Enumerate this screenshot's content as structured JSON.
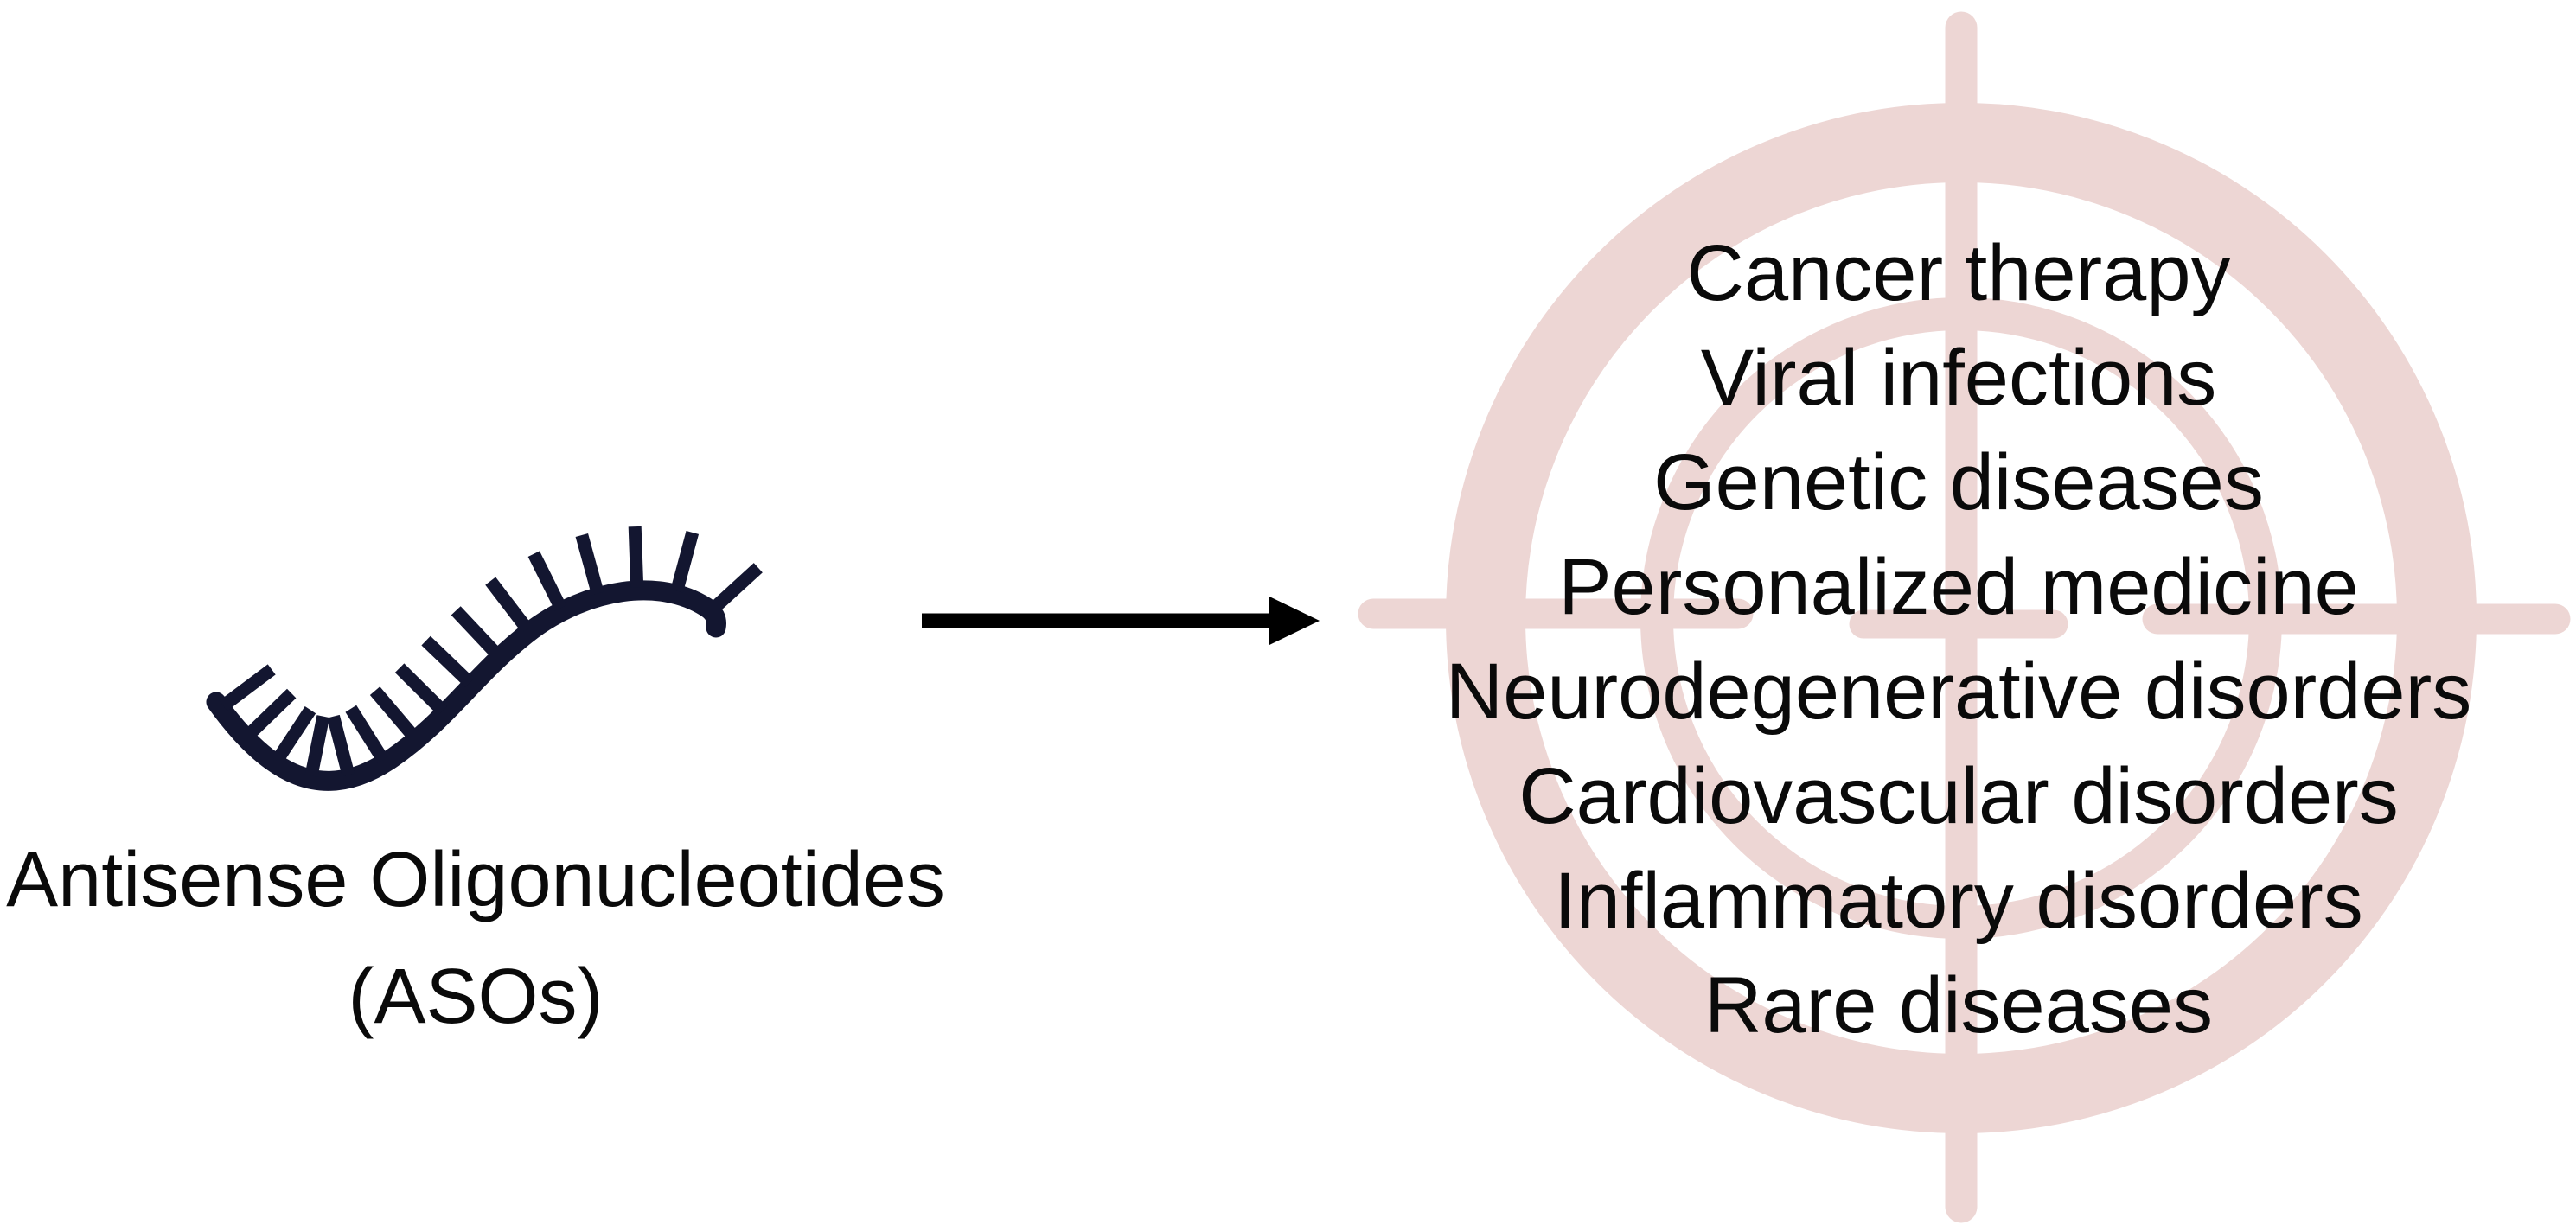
{
  "figure": {
    "source": {
      "icon": "aso-strand-icon",
      "label_lines": [
        "Antisense Oligonucleotides",
        "(ASOs)"
      ]
    },
    "flow": {
      "arrow_icon": "right-arrow-icon"
    },
    "target": {
      "icon": "target-crosshair-icon",
      "applications": [
        "Cancer therapy",
        "Viral infections",
        "Genetic diseases",
        "Personalized medicine",
        "Neurodegenerative disorders",
        "Cardiovascular disorders",
        "Inflammatory disorders",
        "Rare diseases"
      ]
    },
    "colors": {
      "target_pink": "#edd6d4",
      "strand_navy": "#131630",
      "text_black": "#0a0a0a",
      "arrow_black": "#000000"
    }
  }
}
